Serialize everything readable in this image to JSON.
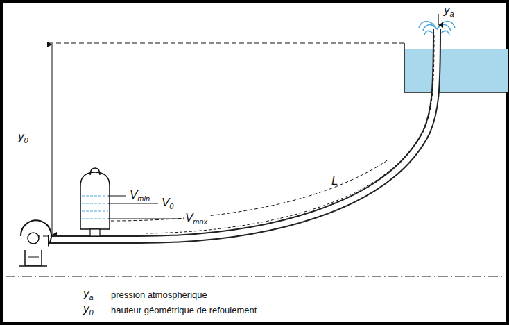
{
  "diagram": {
    "labels": [
      "ya",
      "y0",
      "Vmin",
      "V0",
      "Vmax",
      "L",
      "ya",
      "pression atmosphérique",
      "y0",
      "hauteur géométrique de refoulement"
    ]
  }
}
